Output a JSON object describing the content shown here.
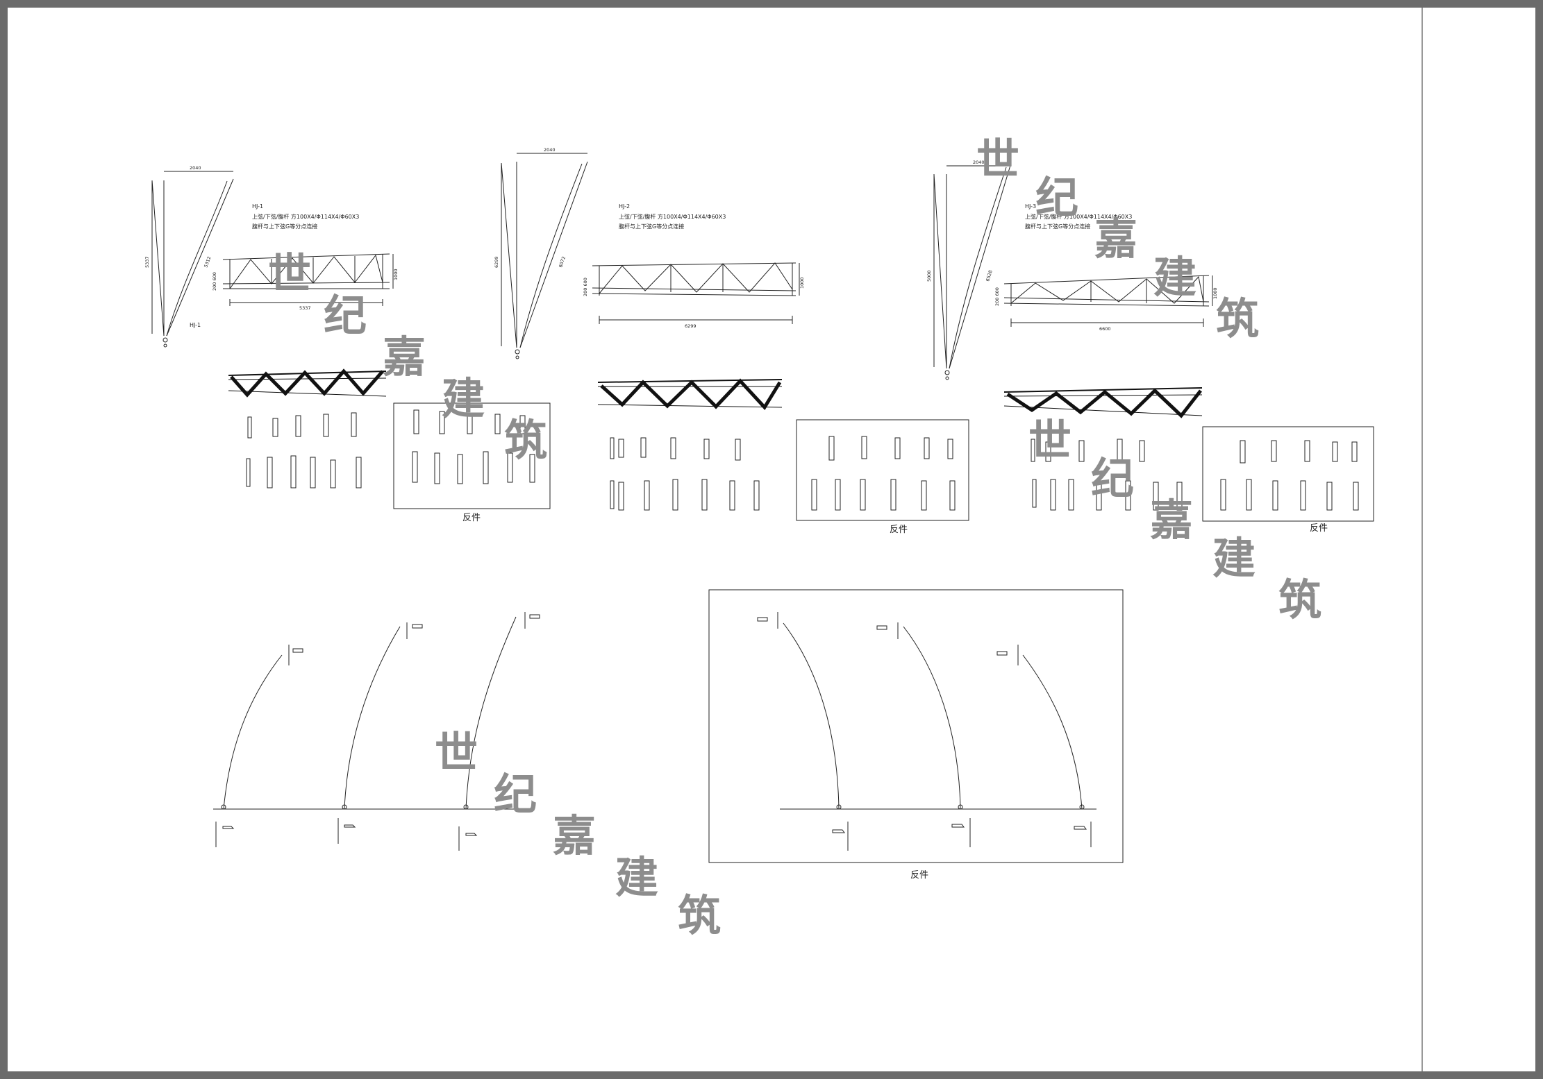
{
  "trusses": [
    {
      "name": "HJ-1",
      "side_label": "HJ-1",
      "spec_line1": "上弦/下弦/腹杆 方100X4/Φ114X4/Φ60X3",
      "spec_line2": "腹杆与上下弦G等分点连接",
      "dim_top": "2040",
      "dim_height": "5337",
      "dim_chord": "5312",
      "dim_span": "5337",
      "dim_depth": "1000",
      "dim_ends": "200  600",
      "reverse_label": "反件"
    },
    {
      "name": "HJ-2",
      "side_label": "",
      "spec_line1": "上弦/下弦/腹杆 方100X4/Φ114X4/Φ60X3",
      "spec_line2": "腹杆与上下弦G等分点连接",
      "dim_top": "2040",
      "dim_height": "6299",
      "dim_chord": "6072",
      "dim_span": "6299",
      "dim_depth": "1000",
      "dim_ends": "200  600",
      "reverse_label": "反件"
    },
    {
      "name": "HJ-3",
      "side_label": "",
      "spec_line1": "上弦/下弦/腹杆 方100X4/Φ114X4/Φ60X3",
      "spec_line2": "腹杆与上下弦G等分点连接",
      "dim_top": "2040",
      "dim_height": "5000",
      "dim_chord": "6528",
      "dim_span": "6600",
      "dim_depth": "1000",
      "dim_ends": "200  600",
      "reverse_label": "反件"
    }
  ],
  "arches": {
    "reverse_label": "反件"
  },
  "watermark": {
    "chars": [
      "世",
      "纪",
      "嘉",
      "建",
      "筑"
    ],
    "color": "#8d8d8d"
  }
}
